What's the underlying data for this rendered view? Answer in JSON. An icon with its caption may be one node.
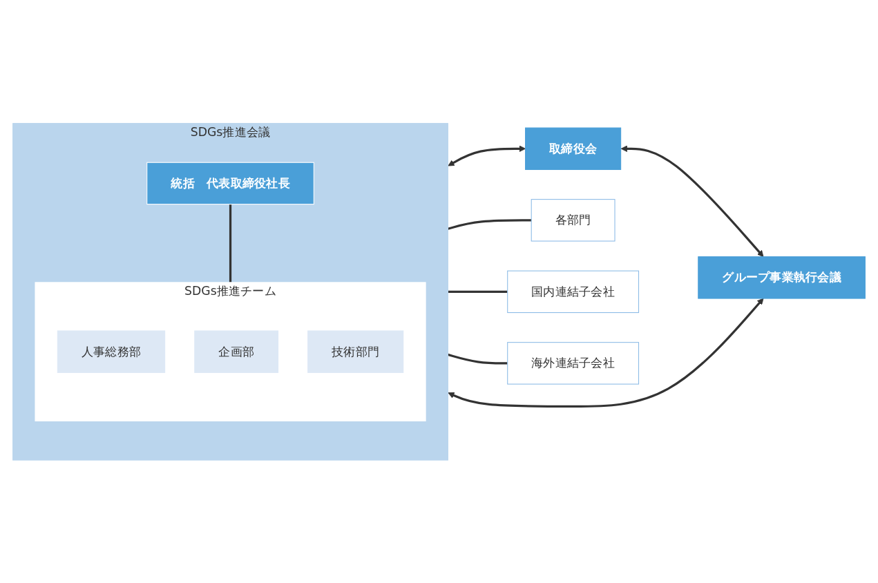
{
  "diagram": {
    "nodes": [
      {
        "text": [
          "SDGs推進会議"
        ]
      },
      {
        "text": [
          "統括　代表取締役社長"
        ],
        "in": 0
      },
      {
        "text": [
          "SDGs推進チーム"
        ],
        "in": 0
      },
      {
        "text": [
          "人事総務部"
        ],
        "in": 2
      },
      {
        "text": [
          "企画部"
        ],
        "in": 2
      },
      {
        "text": [
          "技術部門"
        ],
        "in": 2
      },
      {
        "text": [
          "取締役会"
        ]
      },
      {
        "text": [
          "グループ事業執行会議"
        ]
      },
      {
        "text": [
          "各部門"
        ]
      },
      {
        "text": [
          "国内連結子会社"
        ]
      },
      {
        "text": [
          "海外連結子会社"
        ]
      }
    ],
    "edges": [
      {
        "from": 1,
        "to": 2,
        "arrow": "none"
      },
      {
        "from": 0,
        "to": 6,
        "arrow": "both"
      },
      {
        "from": 0,
        "to": 7,
        "arrow": "both"
      },
      {
        "from": 6,
        "to": 7,
        "arrow": "both"
      },
      {
        "from": 0,
        "to": 8,
        "arrow": "none"
      },
      {
        "from": 0,
        "to": 9,
        "arrow": "none"
      },
      {
        "from": 0,
        "to": 10,
        "arrow": "none"
      }
    ]
  }
}
